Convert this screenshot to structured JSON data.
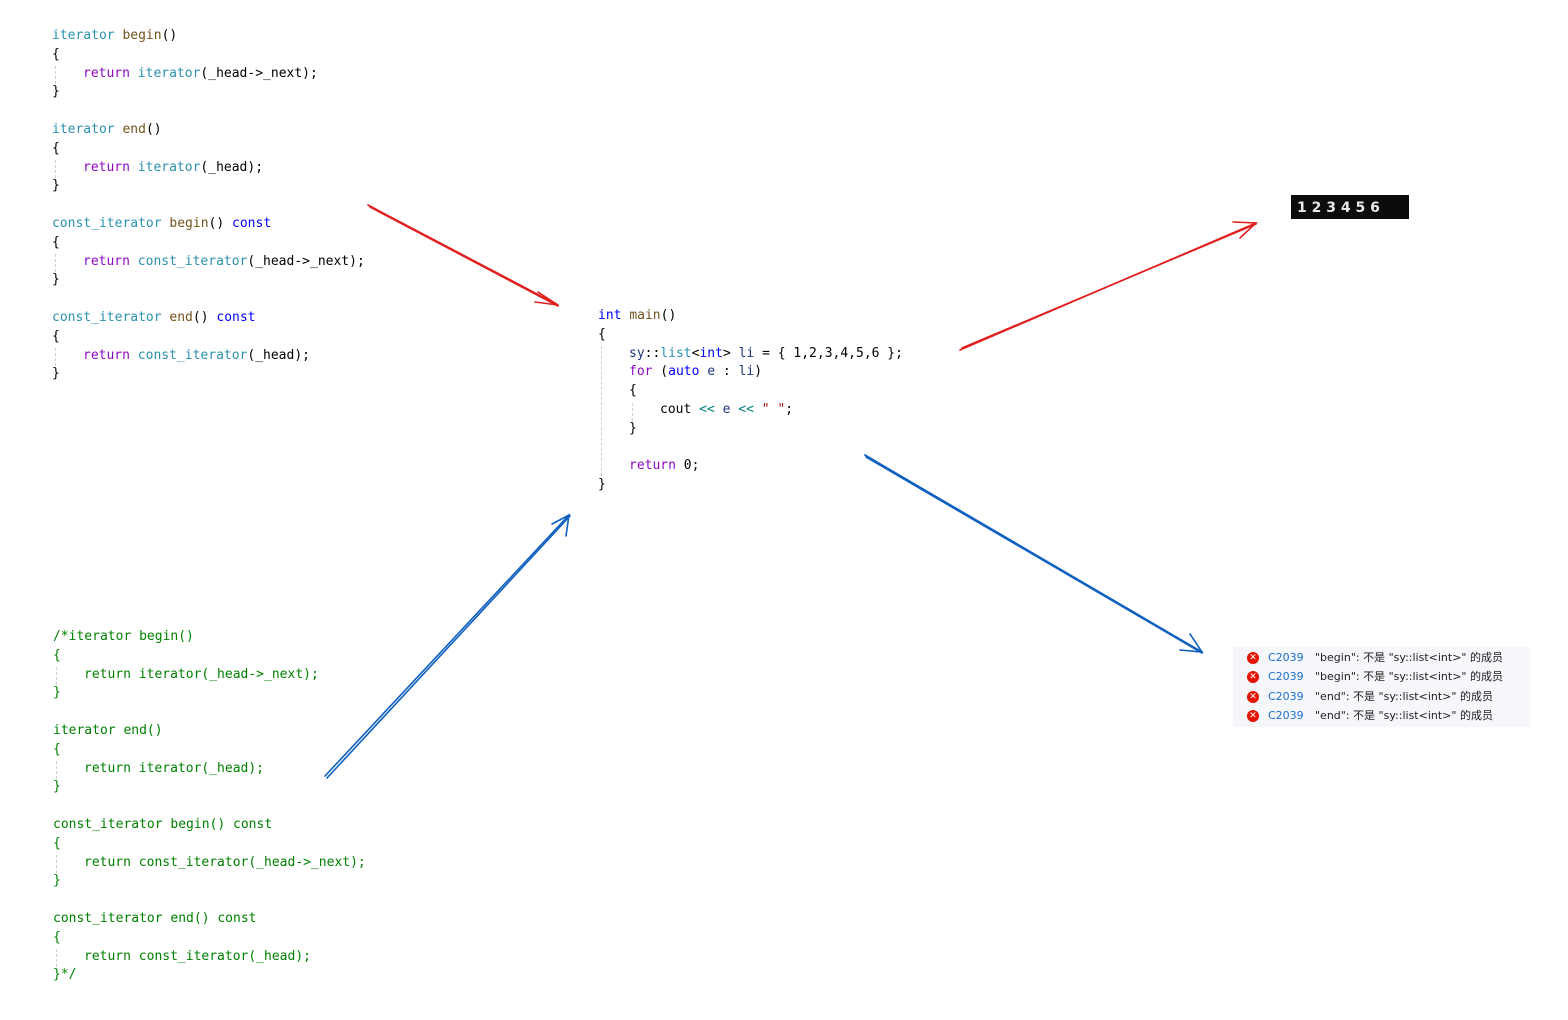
{
  "top_code": {
    "l1_type": "iterator",
    "l1_fn": "begin",
    "l1_paren": "()",
    "l3_ret": "return",
    "l3_call": "iterator",
    "l3_args": "(_head->_next);",
    "l5_type": "iterator",
    "l5_fn": "end",
    "l5_paren": "()",
    "l7_ret": "return",
    "l7_call": "iterator",
    "l7_args": "(_head);",
    "l9_type": "const_iterator",
    "l9_fn": "begin",
    "l9_paren": "() ",
    "l9_const": "const",
    "l11_ret": "return",
    "l11_call": "const_iterator",
    "l11_args": "(_head->_next);",
    "l13_type": "const_iterator",
    "l13_fn": "end",
    "l13_paren": "() ",
    "l13_const": "const",
    "l15_ret": "return",
    "l15_call": "const_iterator",
    "l15_args": "(_head);",
    "open_brace": "{",
    "close_brace": "}"
  },
  "main_code": {
    "int_kw": "int",
    "main_fn": "main",
    "paren": "()",
    "open_brace": "{",
    "close_brace": "}",
    "ns": "sy",
    "scope": "::",
    "list": "list",
    "lt": "<",
    "int2": "int",
    "gt": ">",
    "var_li": "li",
    "eq": " = ",
    "init": "{ 1,2,3,4,5,6 };",
    "for_kw": "for",
    "paren_open": " (",
    "auto_kw": "auto",
    "var_e": "e",
    "colon": " : ",
    "var_li2": "li",
    "paren_close": ")",
    "cout": "cout",
    "shift1": " << ",
    "var_e2": "e",
    "shift2": " << ",
    "str": "\" \"",
    "semi": ";",
    "ret": "return",
    "zero": "0;"
  },
  "commented_code": {
    "lines": [
      "/*iterator begin()",
      "{",
      "return iterator(_head->_next);",
      "}",
      "",
      "iterator end()",
      "{",
      "return iterator(_head);",
      "}",
      "",
      "const_iterator begin() const",
      "{",
      "return const_iterator(_head->_next);",
      "}",
      "",
      "const_iterator end() const",
      "{",
      "return const_iterator(_head);",
      "}*/"
    ]
  },
  "console_output": "1 2 3 4 5 6",
  "errors": [
    {
      "code": "C2039",
      "message": "\"begin\": 不是 \"sy::list<int>\" 的成员"
    },
    {
      "code": "C2039",
      "message": "\"begin\": 不是 \"sy::list<int>\" 的成员"
    },
    {
      "code": "C2039",
      "message": "\"end\": 不是 \"sy::list<int>\" 的成员"
    },
    {
      "code": "C2039",
      "message": "\"end\": 不是 \"sy::list<int>\" 的成员"
    }
  ],
  "colors": {
    "arrow_red": "#e02020",
    "arrow_blue": "#1060c0",
    "comment_green": "#008000",
    "error_icon": "#e51400"
  }
}
